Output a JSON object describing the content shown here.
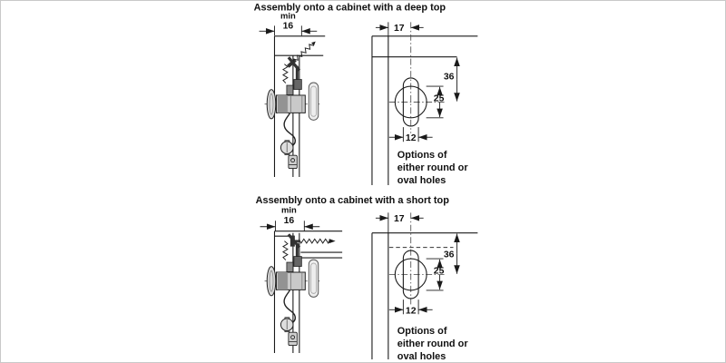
{
  "colors": {
    "line": "#1a1a1a",
    "text": "#111111",
    "background": "#ffffff"
  },
  "sections": [
    {
      "title": "Assembly onto a cabinet with a deep top",
      "cross_section": {
        "clearance_label": "min",
        "clearance_value": "16"
      },
      "hole_view": {
        "edge_distance": "17",
        "center_from_top": "36",
        "round_hole_diameter": "25",
        "oval_hole_width": "12",
        "note_line1": "Options of",
        "note_line2": "either round or",
        "note_line3": "oval holes"
      }
    },
    {
      "title": "Assembly onto a cabinet with a short top",
      "cross_section": {
        "clearance_label": "min",
        "clearance_value": "16"
      },
      "hole_view": {
        "edge_distance": "17",
        "center_from_top": "36",
        "round_hole_diameter": "25",
        "oval_hole_width": "12",
        "note_line1": "Options of",
        "note_line2": "either round or",
        "note_line3": "oval holes"
      }
    }
  ]
}
